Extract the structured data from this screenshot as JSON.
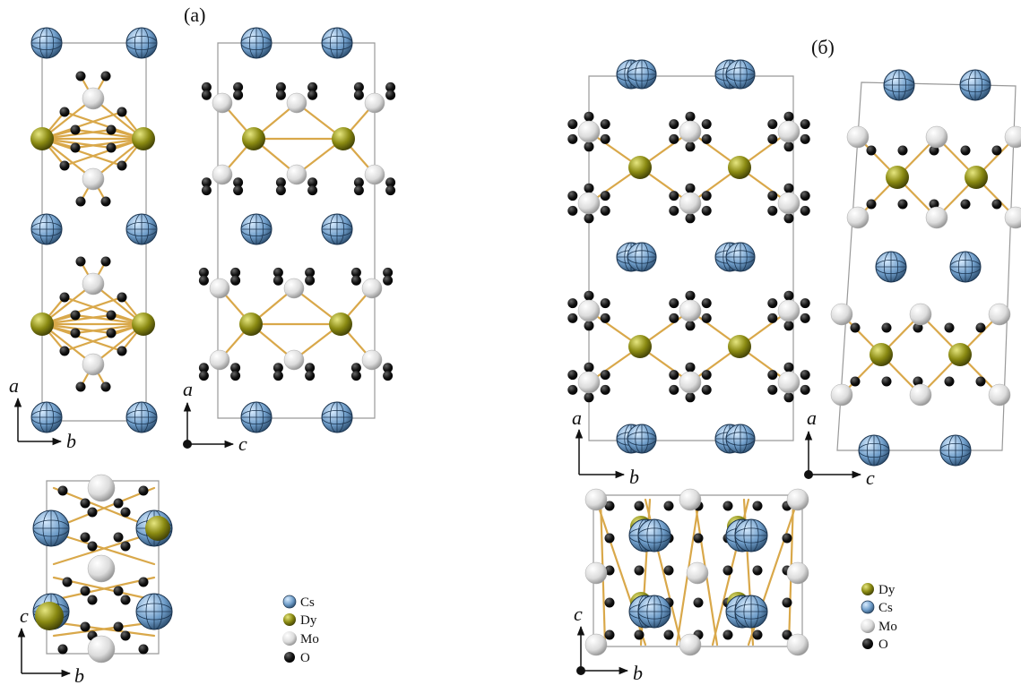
{
  "panel_labels": {
    "a": "(а)",
    "b": "(б)"
  },
  "axes": {
    "a_ab": {
      "v": "a",
      "h": "b"
    },
    "a_ac": {
      "v": "a",
      "h": "c"
    },
    "a_cb": {
      "v": "c",
      "h": "b"
    },
    "b_ab": {
      "v": "a",
      "h": "b"
    },
    "b_ac": {
      "v": "a",
      "h": "c"
    },
    "b_cb": {
      "v": "c",
      "h": "b"
    }
  },
  "legend_a": [
    "Cs",
    "Dy",
    "Mo",
    "O"
  ],
  "legend_b": [
    "Dy",
    "Cs",
    "Mo",
    "O"
  ],
  "colors": {
    "Cs": "#6e9cc8",
    "Dy": "#7a7a10",
    "Mo": "#dadada",
    "O": "#0a0a0a",
    "bond": "#d9a84a",
    "cell": "#999999"
  },
  "icons": {
    "Cs": "cs-atom-icon",
    "Dy": "dy-atom-icon",
    "Mo": "mo-atom-icon",
    "O": "o-atom-icon"
  }
}
